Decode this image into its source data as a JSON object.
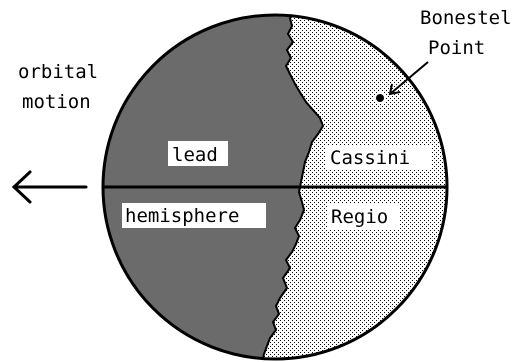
{
  "labels": {
    "orbital_line1": "orbital",
    "orbital_line2": "motion",
    "lead": "lead",
    "hemisphere": "hemisphere",
    "cassini": "Cassini",
    "regio": "Regio",
    "bonestel_line1": "Bonestel",
    "bonestel_line2": "Point"
  },
  "colors": {
    "dark_hemisphere": "#6b6b6b",
    "light_hemisphere": "#ffffff",
    "outline": "#000000"
  }
}
